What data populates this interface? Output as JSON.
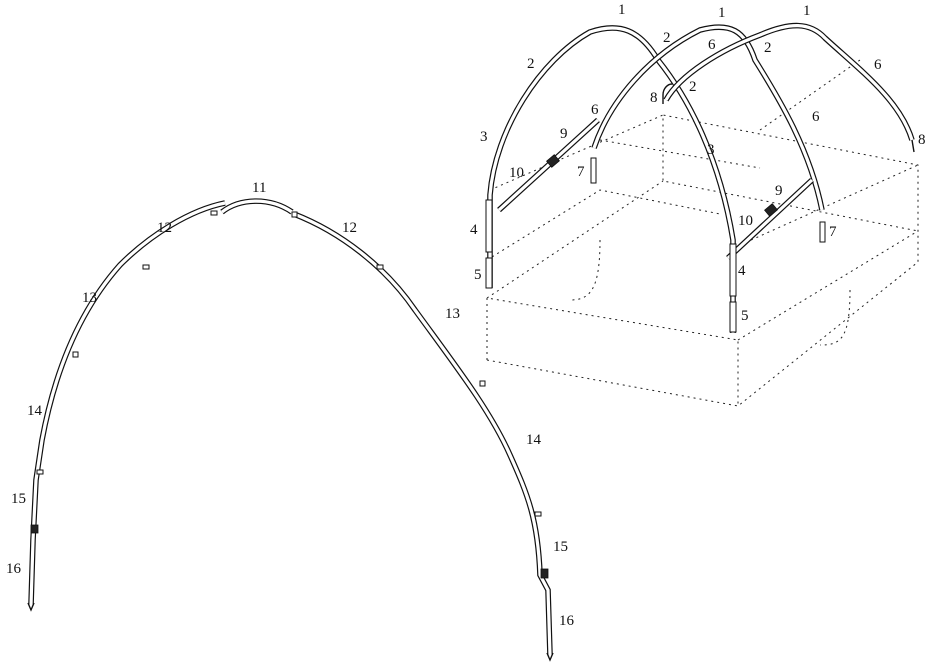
{
  "left_arch": {
    "labels": {
      "p11": "11",
      "p12_left": "12",
      "p12_right": "12",
      "p13_left": "13",
      "p13_right": "13",
      "p14_left": "14",
      "p14_right": "14",
      "p15_left": "15",
      "p15_right": "15",
      "p16_left": "16",
      "p16_right": "16"
    }
  },
  "frame_3d": {
    "labels": {
      "a_1": "1",
      "b_1": "1",
      "c_1": "1",
      "a_2": "2",
      "b_2": "2",
      "c_2": "2",
      "d_2": "2",
      "a_3": "3",
      "b_3": "3",
      "a_4": "4",
      "b_4": "4",
      "a_5": "5",
      "b_5": "5",
      "a_6": "6",
      "b_6": "6",
      "c_6": "6",
      "d_6": "6",
      "a_7": "7",
      "b_7": "7",
      "a_8": "8",
      "b_8": "8",
      "a_9": "9",
      "b_9": "9",
      "a_10": "10",
      "b_10": "10"
    }
  }
}
